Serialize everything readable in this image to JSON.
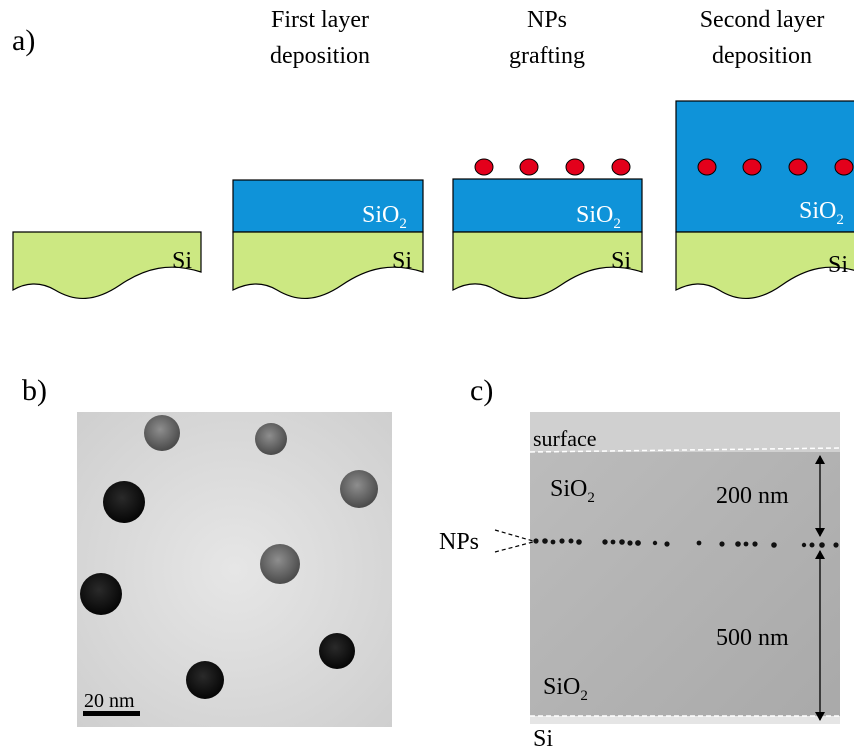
{
  "panel_a": {
    "label": "a)",
    "steps": [
      {
        "title_line1": "",
        "title_line2": ""
      },
      {
        "title_line1": "First layer",
        "title_line2": "deposition"
      },
      {
        "title_line1": "NPs",
        "title_line2": "grafting"
      },
      {
        "title_line1": "Second layer",
        "title_line2": "deposition"
      }
    ],
    "si_label": "Si",
    "sio2_label": "SiO",
    "sio2_subscript": "2"
  },
  "panel_b": {
    "label": "b)",
    "scale_bar_label": "20 nm"
  },
  "panel_c": {
    "label": "c)",
    "surface_label": "surface",
    "sio2_top_label": "SiO",
    "sio2_bottom_label": "SiO",
    "subscript": "2",
    "nps_label": "NPs",
    "thickness_top": "200 nm",
    "thickness_bottom": "500 nm",
    "si_label": "Si"
  },
  "colors": {
    "si_fill": "#cce882",
    "sio2_fill": "#0f93d9",
    "np_fill": "#e3001b",
    "sio2_text": "#ffffff"
  }
}
